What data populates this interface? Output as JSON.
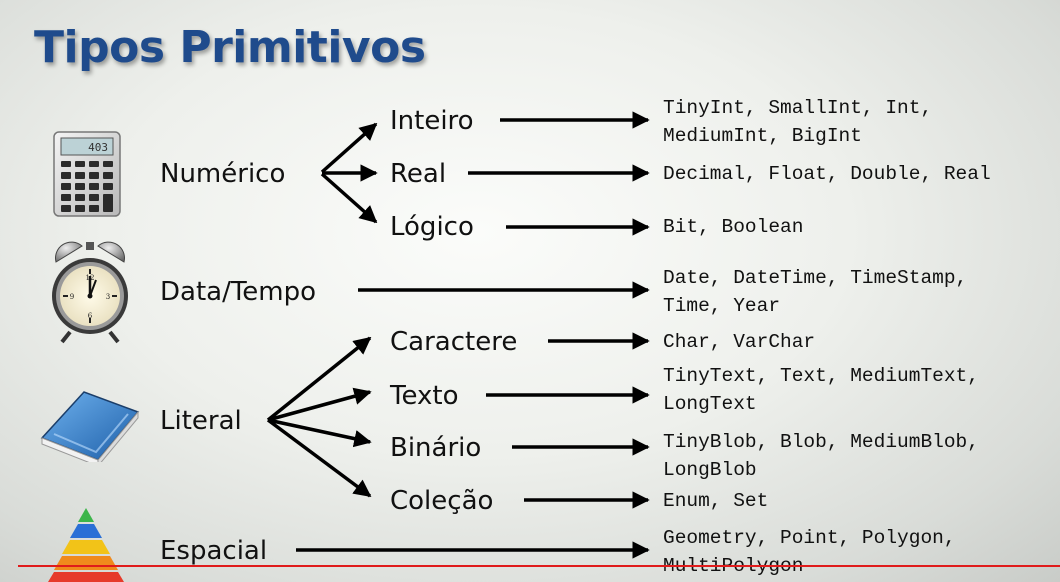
{
  "title": "Tipos Primitivos",
  "categories": {
    "numerico": "Numérico",
    "data_tempo": "Data/Tempo",
    "literal": "Literal",
    "espacial": "Espacial"
  },
  "subtypes": {
    "inteiro": "Inteiro",
    "real": "Real",
    "logico": "Lógico",
    "caractere": "Caractere",
    "texto": "Texto",
    "binario": "Binário",
    "colecao": "Coleção"
  },
  "values": {
    "inteiro": [
      "TinyInt, SmallInt, Int,",
      "MediumInt, BigInt"
    ],
    "real": [
      "Decimal, Float, Double, Real"
    ],
    "logico": [
      "Bit, Boolean"
    ],
    "data_tempo": [
      "Date, DateTime, TimeStamp,",
      "Time, Year"
    ],
    "caractere": [
      "Char, VarChar"
    ],
    "texto": [
      "TinyText, Text, MediumText,",
      "LongText"
    ],
    "binario": [
      "TinyBlob, Blob, MediumBlob,",
      "LongBlob"
    ],
    "colecao": [
      "Enum, Set"
    ],
    "espacial": [
      "Geometry, Point, Polygon,",
      "MultiPolygon"
    ]
  },
  "icons": {
    "numerico": "calculator-icon",
    "data_tempo": "alarm-clock-icon",
    "literal": "book-icon",
    "espacial": "pyramid-icon"
  },
  "calculator_display": "403"
}
